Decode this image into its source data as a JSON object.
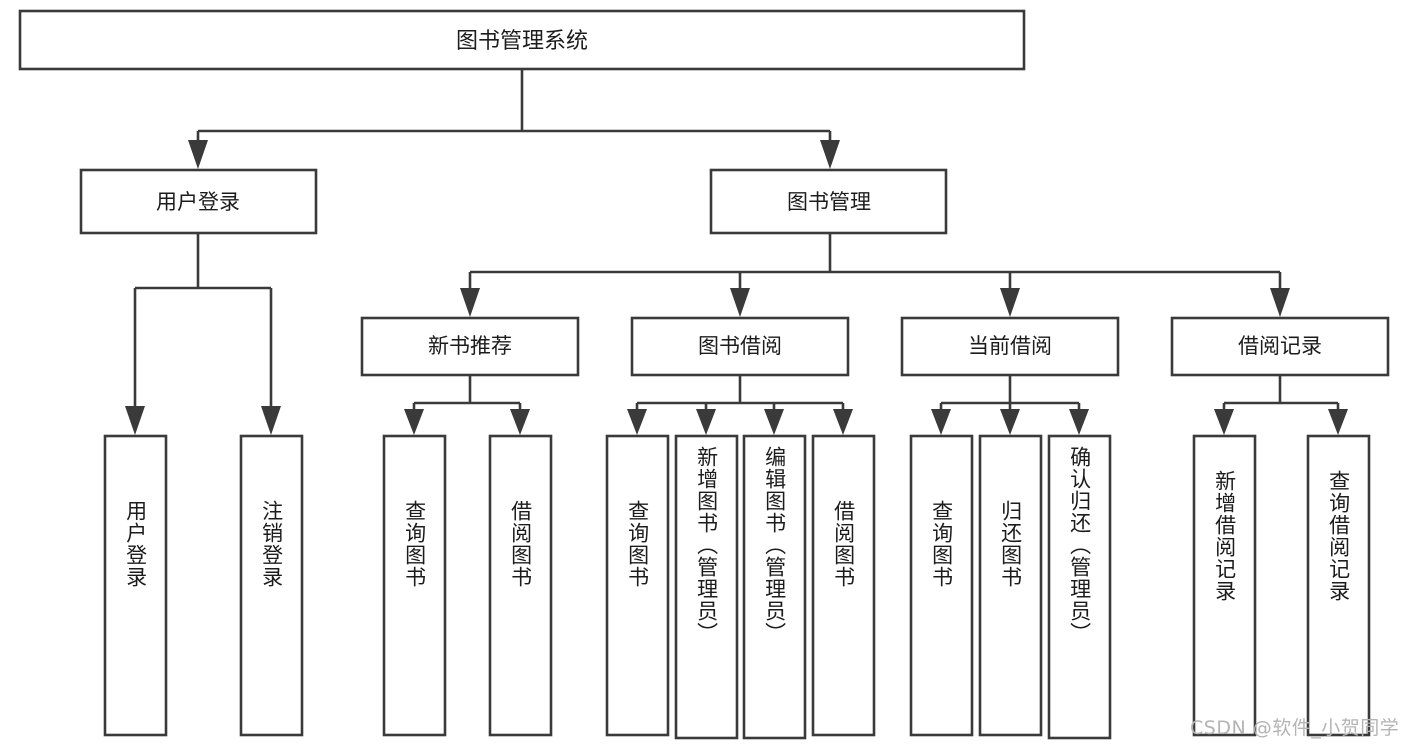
{
  "diagram": {
    "type": "tree",
    "title": "图书管理系统",
    "orientation": "top-down",
    "colors": {
      "box_stroke": "#3a3a3a",
      "box_fill": "#ffffff",
      "text": "#1c1c1c",
      "canvas": "#ffffff",
      "watermark": "#b4b4b4"
    },
    "root": {
      "label": "图书管理系统"
    },
    "level2": [
      {
        "label": "用户登录"
      },
      {
        "label": "图书管理"
      }
    ],
    "level3": [
      {
        "label": "新书推荐"
      },
      {
        "label": "图书借阅"
      },
      {
        "label": "当前借阅"
      },
      {
        "label": "借阅记录"
      }
    ],
    "leaves": {
      "user_login": [
        {
          "label": "用户登录"
        },
        {
          "label": "注销登录"
        }
      ],
      "new_book_recommend": [
        {
          "label": "查询图书"
        },
        {
          "label": "借阅图书"
        }
      ],
      "book_borrow": [
        {
          "label": "查询图书"
        },
        {
          "label": "新增图书（管理员）"
        },
        {
          "label": "编辑图书（管理员）"
        },
        {
          "label": "借阅图书"
        }
      ],
      "current_borrow": [
        {
          "label": "查询图书"
        },
        {
          "label": "归还图书"
        },
        {
          "label": "确认归还（管理员）"
        }
      ],
      "borrow_record": [
        {
          "label": "新增借阅记录"
        },
        {
          "label": "查询借阅记录"
        }
      ]
    }
  },
  "watermark": {
    "text": "CSDN @软件_小贺同学"
  }
}
